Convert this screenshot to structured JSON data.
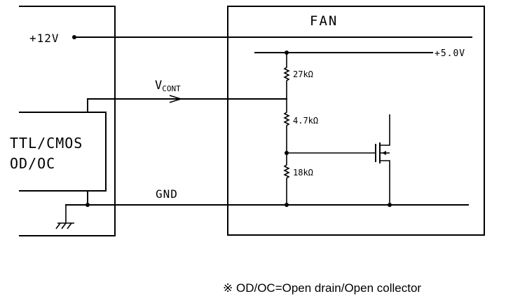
{
  "labels": {
    "fan": "FAN",
    "v12": "+12V",
    "v5": "+5.0V",
    "vcont_main": "V",
    "vcont_sub": "CONT",
    "gnd": "GND",
    "ttl_line1": "TTL/CMOS",
    "ttl_line2": "OD/OC"
  },
  "components": {
    "r1": "27kΩ",
    "r2": "4.7kΩ",
    "r3": "18kΩ"
  },
  "footnote": "※ OD/OC=Open drain/Open collector"
}
